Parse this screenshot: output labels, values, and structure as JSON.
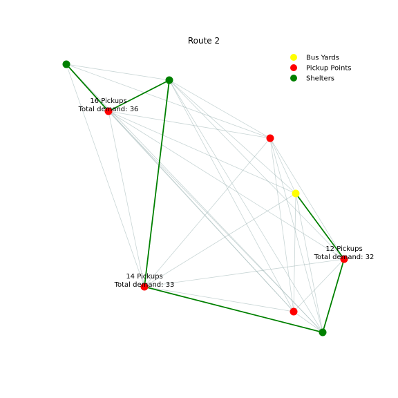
{
  "title": "Route 2",
  "legend": [
    {
      "label": "Bus Yards",
      "color": "#ffff00"
    },
    {
      "label": "Pickup Points",
      "color": "#ff0000"
    },
    {
      "label": "Shelters",
      "color": "#008000"
    }
  ],
  "colors": {
    "background_edge": "#9bb3b3",
    "route": "#008000"
  },
  "nodes": [
    {
      "id": "s1",
      "type": "shelter"
    },
    {
      "id": "s2",
      "type": "shelter"
    },
    {
      "id": "s3",
      "type": "shelter"
    },
    {
      "id": "p1",
      "type": "pickup"
    },
    {
      "id": "p2",
      "type": "pickup"
    },
    {
      "id": "p3",
      "type": "pickup"
    },
    {
      "id": "p4",
      "type": "pickup"
    },
    {
      "id": "p5",
      "type": "pickup"
    },
    {
      "id": "y1",
      "type": "bus_yard"
    }
  ],
  "pickup_labels": [
    {
      "node": "p1",
      "line1": "16 Pickups",
      "line2": "Total demand: 36"
    },
    {
      "node": "p4",
      "line1": "12 Pickups",
      "line2": "Total demand: 32"
    },
    {
      "node": "p3",
      "line1": "14 Pickups",
      "line2": "Total demand: 33"
    }
  ],
  "background_edges": [
    [
      "s1",
      "s2"
    ],
    [
      "s1",
      "p2"
    ],
    [
      "s1",
      "p3"
    ],
    [
      "s1",
      "p5"
    ],
    [
      "s1",
      "s3"
    ],
    [
      "s2",
      "p2"
    ],
    [
      "s2",
      "p3"
    ],
    [
      "s2",
      "p5"
    ],
    [
      "s2",
      "s3"
    ],
    [
      "s2",
      "p4"
    ],
    [
      "s2",
      "y1"
    ],
    [
      "p1",
      "p2"
    ],
    [
      "p1",
      "p3"
    ],
    [
      "p1",
      "p5"
    ],
    [
      "p1",
      "s3"
    ],
    [
      "p1",
      "p4"
    ],
    [
      "p1",
      "y1"
    ],
    [
      "p2",
      "p3"
    ],
    [
      "p2",
      "p5"
    ],
    [
      "p2",
      "s3"
    ],
    [
      "p2",
      "p4"
    ],
    [
      "p2",
      "y1"
    ],
    [
      "p3",
      "p4"
    ],
    [
      "p3",
      "y1"
    ],
    [
      "p3",
      "p5"
    ],
    [
      "y1",
      "p5"
    ],
    [
      "y1",
      "s3"
    ],
    [
      "p4",
      "p5"
    ],
    [
      "p5",
      "s3"
    ]
  ],
  "route_edges": [
    [
      "s1",
      "p1"
    ],
    [
      "p1",
      "s2"
    ],
    [
      "s2",
      "p3"
    ],
    [
      "p3",
      "s3"
    ],
    [
      "s3",
      "p4"
    ],
    [
      "p4",
      "y1"
    ]
  ]
}
